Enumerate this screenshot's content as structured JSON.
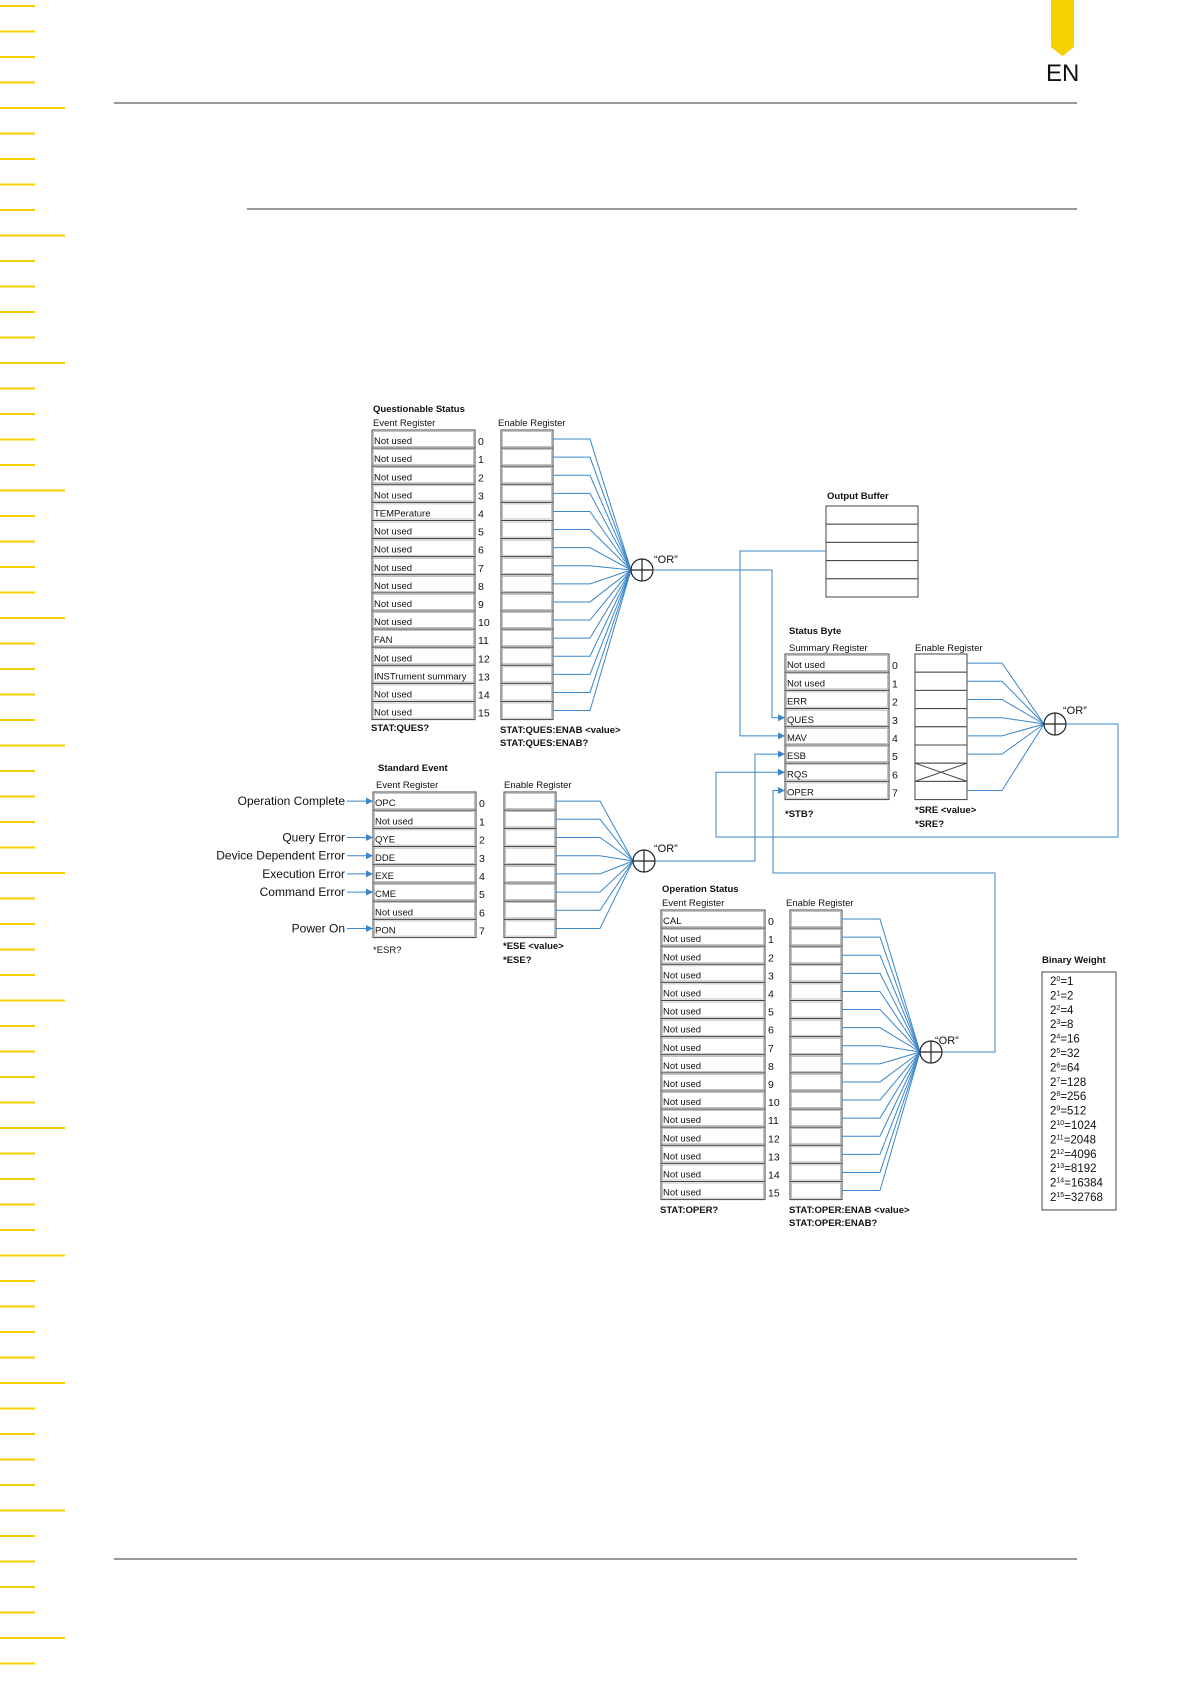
{
  "header": {
    "language": "EN",
    "accent_color": "#f7d000"
  },
  "diagram": {
    "line_color": "#3a86c8",
    "or_label": "“OR”",
    "questionable": {
      "title": "Questionable Status",
      "subtitle": "Event Register",
      "enable_title": "Enable Register",
      "bits": [
        "Not used",
        "Not used",
        "Not used",
        "Not used",
        "TEMPerature",
        "Not used",
        "Not used",
        "Not used",
        "Not used",
        "Not used",
        "Not used",
        "FAN",
        "Not used",
        "INSTrument summary",
        "Not used",
        "Not used"
      ],
      "query": "STAT:QUES?",
      "enable_cmd_1": "STAT:QUES:ENAB <value>",
      "enable_cmd_2": "STAT:QUES:ENAB?"
    },
    "output_buffer": {
      "title": "Output Buffer"
    },
    "status_byte": {
      "title": "Status Byte",
      "subtitle": "Summary Register",
      "enable_title": "Enable Register",
      "bits": [
        "Not used",
        "Not used",
        "ERR",
        "QUES",
        "MAV",
        "ESB",
        "RQS",
        "OPER"
      ],
      "query": "*STB?",
      "enable_cmd_1": "*SRE <value>",
      "enable_cmd_2": "*SRE?"
    },
    "standard_event": {
      "title": "Standard Event",
      "subtitle": "Event Register",
      "enable_title": "Enable Register",
      "bits": [
        "OPC",
        "Not used",
        "QYE",
        "DDE",
        "EXE",
        "CME",
        "Not used",
        "PON"
      ],
      "inputs": [
        {
          "bit": 0,
          "label": "Operation Complete"
        },
        {
          "bit": 2,
          "label": "Query Error"
        },
        {
          "bit": 3,
          "label": "Device Dependent Error"
        },
        {
          "bit": 4,
          "label": "Execution Error"
        },
        {
          "bit": 5,
          "label": "Command Error"
        },
        {
          "bit": 7,
          "label": "Power On"
        }
      ],
      "query": "*ESR?",
      "enable_cmd_1": "*ESE <value>",
      "enable_cmd_2": "*ESE?"
    },
    "operation": {
      "title": "Operation Status",
      "subtitle": "Event Register",
      "enable_title": "Enable Register",
      "bits": [
        "CAL",
        "Not used",
        "Not used",
        "Not used",
        "Not used",
        "Not used",
        "Not used",
        "Not used",
        "Not used",
        "Not used",
        "Not used",
        "Not used",
        "Not used",
        "Not used",
        "Not used",
        "Not used"
      ],
      "query": "STAT:OPER?",
      "enable_cmd_1": "STAT:OPER:ENAB <value>",
      "enable_cmd_2": "STAT:OPER:ENAB?"
    },
    "binary_weight": {
      "title": "Binary Weight",
      "entries": [
        {
          "exp": "0",
          "val": "1"
        },
        {
          "exp": "1",
          "val": "2"
        },
        {
          "exp": "2",
          "val": "4"
        },
        {
          "exp": "3",
          "val": "8"
        },
        {
          "exp": "4",
          "val": "16"
        },
        {
          "exp": "5",
          "val": "32"
        },
        {
          "exp": "6",
          "val": "64"
        },
        {
          "exp": "7",
          "val": "128"
        },
        {
          "exp": "8",
          "val": "256"
        },
        {
          "exp": "9",
          "val": "512"
        },
        {
          "exp": "10",
          "val": "1024"
        },
        {
          "exp": "11",
          "val": "2048"
        },
        {
          "exp": "12",
          "val": "4096"
        },
        {
          "exp": "13",
          "val": "8192"
        },
        {
          "exp": "14",
          "val": "16384"
        },
        {
          "exp": "15",
          "val": "32768"
        }
      ]
    }
  }
}
